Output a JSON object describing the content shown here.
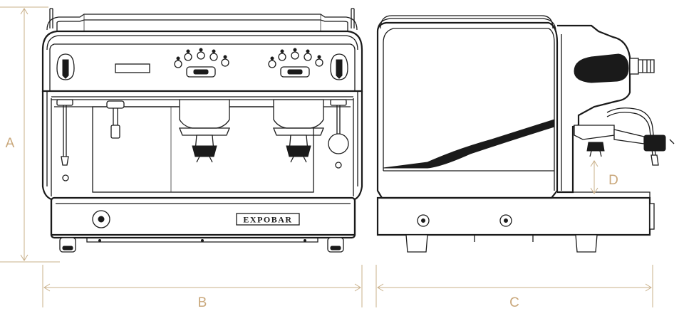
{
  "brand": {
    "logo_text": "EXPOBAR"
  },
  "dimensions": {
    "height_label": "A",
    "width_label": "B",
    "depth_label": "C",
    "cup_clearance_label": "D"
  },
  "colors": {
    "dimension_lines": "#c9b08a",
    "dimension_text": "#c9a77a",
    "machine_outline": "#1a1a1a",
    "background": "#ffffff"
  }
}
